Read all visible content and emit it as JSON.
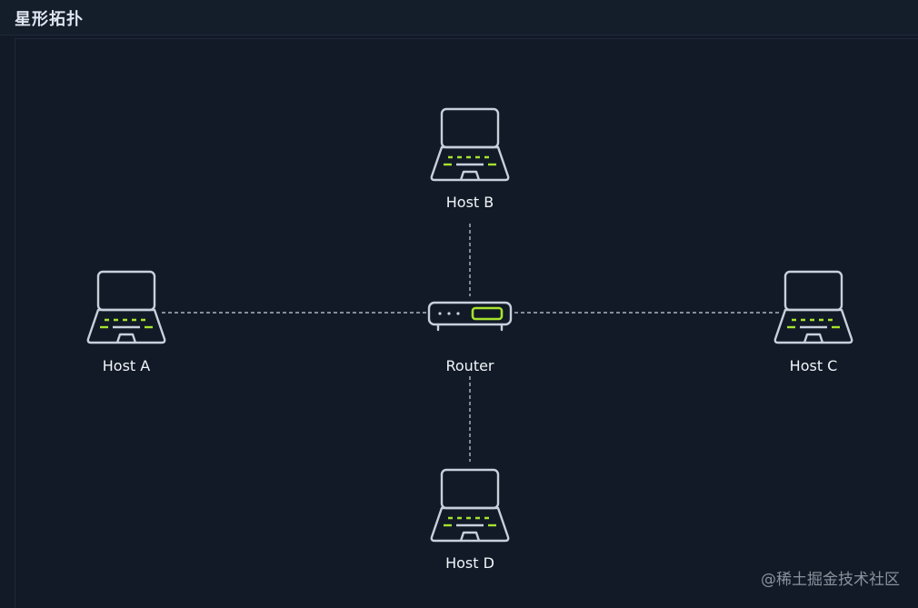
{
  "header": {
    "title": "星形拓扑"
  },
  "diagram": {
    "center": {
      "label": "Router"
    },
    "hosts": [
      {
        "id": "a",
        "label": "Host A"
      },
      {
        "id": "b",
        "label": "Host B"
      },
      {
        "id": "c",
        "label": "Host C"
      },
      {
        "id": "d",
        "label": "Host D"
      }
    ]
  },
  "watermark": "@稀土掘金技术社区",
  "colors": {
    "background": "#111a26",
    "line": "#c8d0dc",
    "accent": "#a6e22e",
    "text": "#f2f5f9"
  },
  "icons": {
    "host": "laptop-icon",
    "router": "router-icon"
  }
}
